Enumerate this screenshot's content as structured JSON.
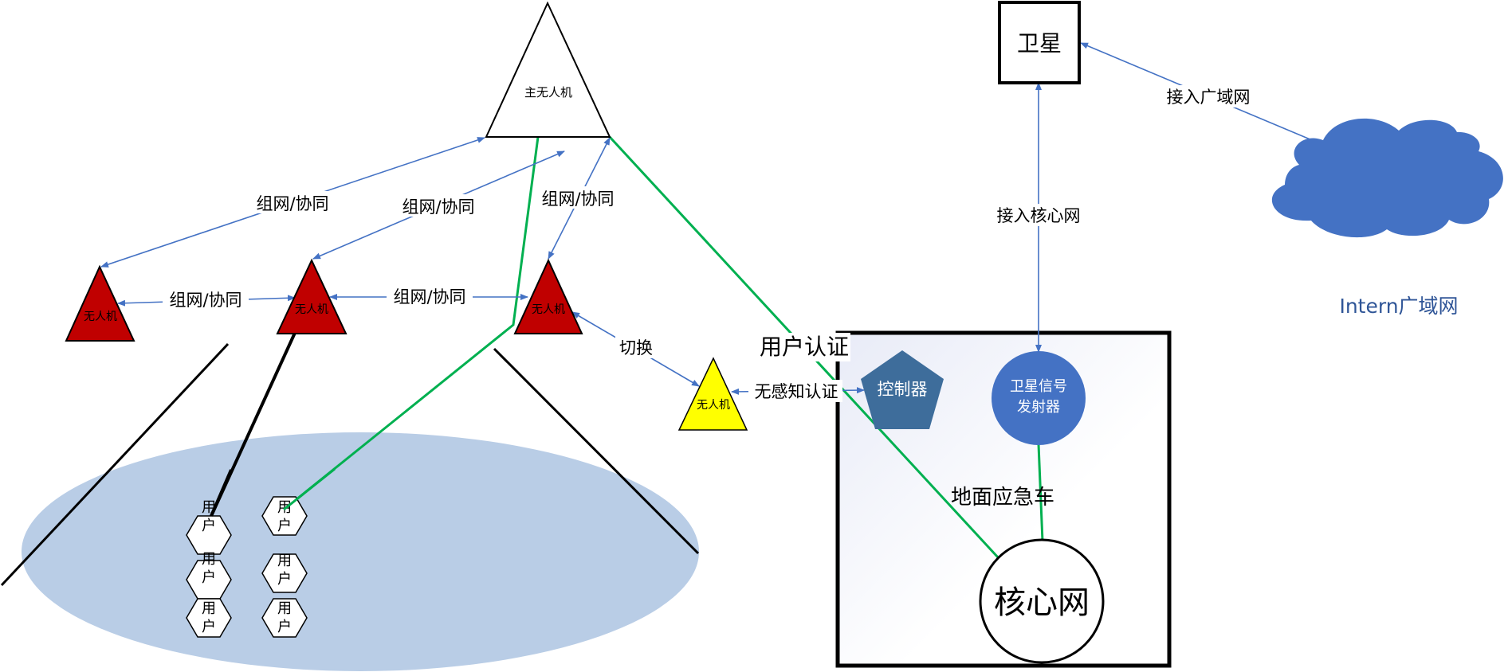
{
  "nodes": {
    "master_drone": "主无人机",
    "drone_1": "无人机",
    "drone_2": "无人机",
    "drone_3": "无人机",
    "drone_switch": "无人机",
    "satellite": "卫星",
    "controller": "控制器",
    "sat_transmitter_line1": "卫星信号",
    "sat_transmitter_line2": "发射器",
    "core_network": "核心网",
    "ground_vehicle": "地面应急车",
    "internet": "Intern广域网",
    "user_line1": "用",
    "user_line2": "户"
  },
  "edges": {
    "network_coop_1": "组网/协同",
    "network_coop_2": "组网/协同",
    "network_coop_3": "组网/协同",
    "network_coop_4": "组网/协同",
    "network_coop_5": "组网/协同",
    "switch": "切换",
    "seamless_auth": "无感知认证",
    "user_auth": "用户认证",
    "core_access": "接入核心网",
    "wan_access": "接入广域网"
  },
  "colors": {
    "drone_red": "#c00000",
    "drone_yellow": "#ffff00",
    "arrow_blue": "#4472c4",
    "auth_green": "#00b050",
    "coverage_area": "#b9cde6",
    "controller_fill": "#3e6d9b",
    "transmitter_fill": "#4472c4",
    "cloud_fill": "#4472c4"
  }
}
